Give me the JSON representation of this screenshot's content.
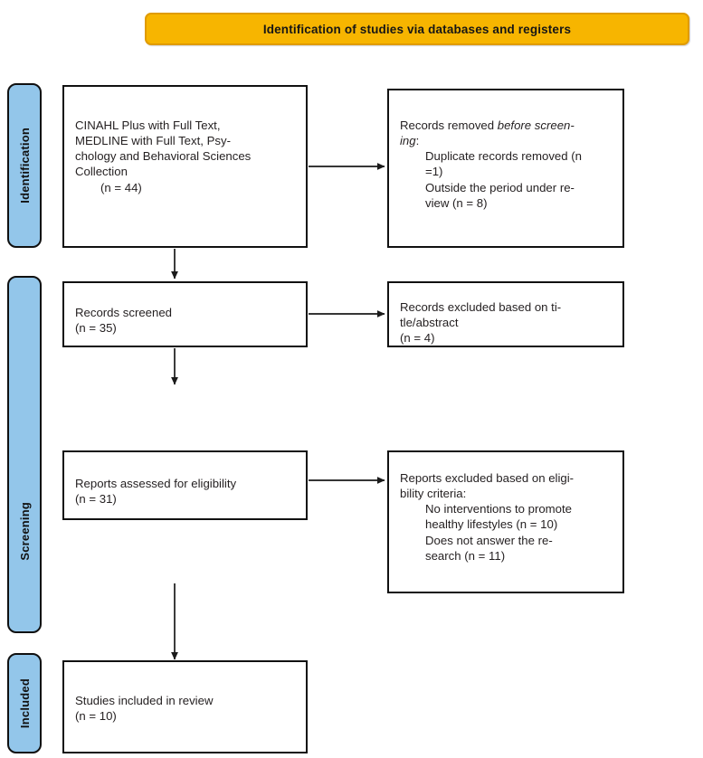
{
  "banner": {
    "title": "Identification of studies via databases and registers",
    "background_color": "#F7B500",
    "border_color": "#E09B00",
    "text_color": "#161616"
  },
  "stages": {
    "color": "#93C6EA",
    "border_color": "#101010",
    "identification": "Identification",
    "screening": "Screening",
    "included": "Included"
  },
  "boxes": {
    "records_identified": {
      "line1": "CINAHL Plus with Full Text,",
      "line2": "MEDLINE with Full Text, Psy-",
      "line3": "chology and Behavioral Sciences",
      "line4": "Collection",
      "count": "(n = 44)"
    },
    "records_removed": {
      "lead_plain": "Records removed ",
      "lead_italic_a": "before screen-",
      "lead_italic_b": "ing",
      "lead_colon": ":",
      "item1_a": "Duplicate records removed (n",
      "item1_b": "=1)",
      "item2_a": "Outside the period under re-",
      "item2_b": "view (n = 8)"
    },
    "records_screened": {
      "line1": "Records screened",
      "count": "(n = 35)"
    },
    "records_excluded": {
      "line1": "Records excluded based on ti-",
      "line2": "tle/abstract",
      "count": "(n = 4)"
    },
    "reports_assessed": {
      "line1": "Reports assessed for eligibility",
      "count": "(n = 31)"
    },
    "reports_excluded": {
      "line1": "Reports excluded based on eligi-",
      "line2": "bility criteria:",
      "item1_a": "No interventions to promote",
      "item1_b": "healthy lifestyles (n = 10)",
      "item2_a": "Does not answer the re-",
      "item2_b": "search (n = 11)"
    },
    "studies_included": {
      "line1": "Studies included in review",
      "count": "(n = 10)"
    }
  },
  "connectors": {
    "stroke_color": "#1a1a1a",
    "identified_to_removed": "horizontal-arrow-right",
    "identified_to_screened": "vertical-arrow-down",
    "screened_to_excluded": "horizontal-arrow-right",
    "screened_to_assessed": "vertical-arrow-down",
    "assessed_to_excluded": "horizontal-arrow-right",
    "assessed_to_included": "vertical-arrow-down"
  }
}
